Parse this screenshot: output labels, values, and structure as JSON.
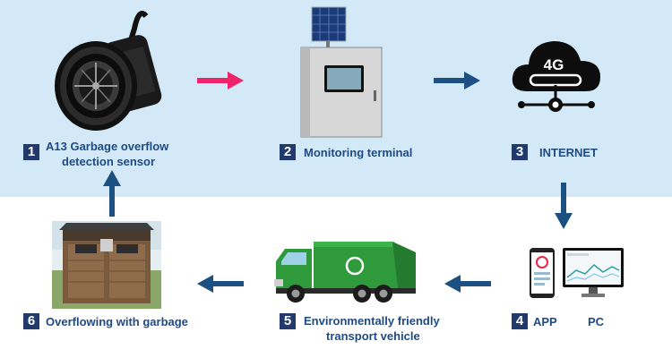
{
  "colors": {
    "band_bg": "#d3e9f7",
    "badge_bg": "#21396b",
    "badge_text": "#ffffff",
    "label_text": "#1f4a83",
    "arrow_dark": "#1c4f82",
    "arrow_pink": "#f0246b"
  },
  "steps": [
    {
      "num": "1",
      "line1": "A13 Garbage overflow",
      "line2": "detection sensor",
      "icon": "ultrasonic-sensor"
    },
    {
      "num": "2",
      "line1": "Monitoring terminal",
      "icon": "solar-powered-cabinet"
    },
    {
      "num": "3",
      "line1": "INTERNET",
      "icon": "4g-cloud"
    },
    {
      "num": "4",
      "app": "APP",
      "pc": "PC",
      "icon": "phone-and-monitor"
    },
    {
      "num": "5",
      "line1": "Environmentally friendly",
      "line2": "transport vehicle",
      "icon": "garbage-truck"
    },
    {
      "num": "6",
      "line1": "Overflowing with garbage",
      "icon": "garbage-bins"
    }
  ],
  "cloud_text": "4G"
}
